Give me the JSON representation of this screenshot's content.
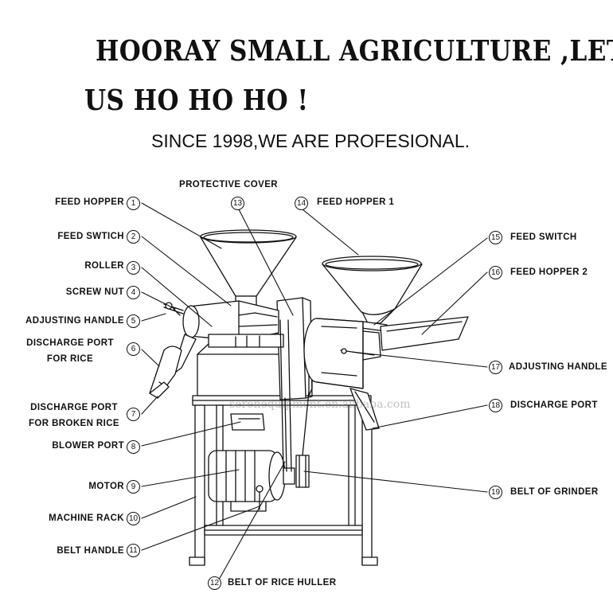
{
  "header": {
    "line1": "HOORAY SMALL AGRICULTURE ,LET",
    "line2": "US HO HO HO !",
    "subtitle": "SINCE 1998,WE ARE PROFESIONAL."
  },
  "watermark": "serenequipment.en.alibaba.com",
  "labels": {
    "protective_cover": "PROTECTIVE COVER",
    "feed_hopper": "FEED HOPPER",
    "feed_swtich": "FEED SWTICH",
    "roller": "ROLLER",
    "screw_nut": "SCREW NUT",
    "adjusting_handle_left": "ADJUSTING HANDLE",
    "discharge_rice_1": "DISCHARGE PORT",
    "discharge_rice_2": "FOR RICE",
    "discharge_broken_1": "DISCHARGE PORT",
    "discharge_broken_2": "FOR BROKEN RICE",
    "blower_port": "BLOWER PORT",
    "motor": "MOTOR",
    "machine_rack": "MACHINE RACK",
    "belt_handle": "BELT HANDLE",
    "belt_rice_huller": "BELT OF RICE HULLER",
    "feed_hopper_1": "FEED HOPPER 1",
    "feed_switch": "FEED SWITCH",
    "feed_hopper_2": "FEED HOPPER 2",
    "adjusting_handle_right": "ADJUSTING HANDLE",
    "discharge_port": "DISCHARGE PORT",
    "belt_grinder": "BELT OF GRINDER"
  },
  "numbers": {
    "n1": "1",
    "n2": "2",
    "n3": "3",
    "n4": "4",
    "n5": "5",
    "n6": "6",
    "n7": "7",
    "n8": "8",
    "n9": "9",
    "n10": "10",
    "n11": "11",
    "n12": "12",
    "n13": "13",
    "n14": "14",
    "n15": "15",
    "n16": "16",
    "n17": "17",
    "n18": "18",
    "n19": "19"
  },
  "colors": {
    "ink": "#111111",
    "background": "#ffffff",
    "watermark": "#8c8c8c"
  }
}
